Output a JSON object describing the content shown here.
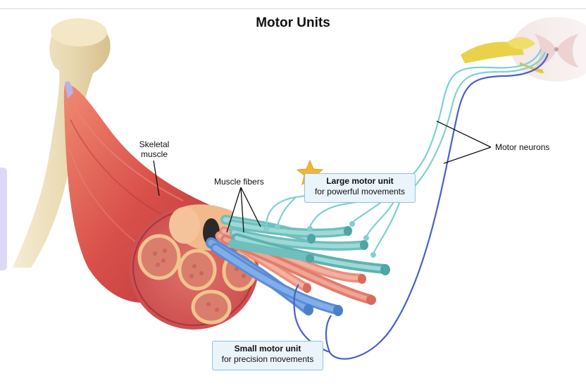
{
  "title": "Motor Units",
  "labels": {
    "skeletal_muscle_line1": "Skeletal",
    "skeletal_muscle_line2": "muscle",
    "muscle_fibers": "Muscle fibers",
    "motor_neurons": "Motor neurons"
  },
  "callouts": {
    "large": {
      "title": "Large motor unit",
      "subtitle": "for powerful movements"
    },
    "small": {
      "title": "Small motor unit",
      "subtitle": "for precision movements"
    }
  },
  "colors": {
    "large_unit": "#7fd0cf",
    "small_unit": "#4a5fc7",
    "muscle": "#d9544a",
    "bone": "#eadcb6",
    "star": "#f2b632"
  }
}
